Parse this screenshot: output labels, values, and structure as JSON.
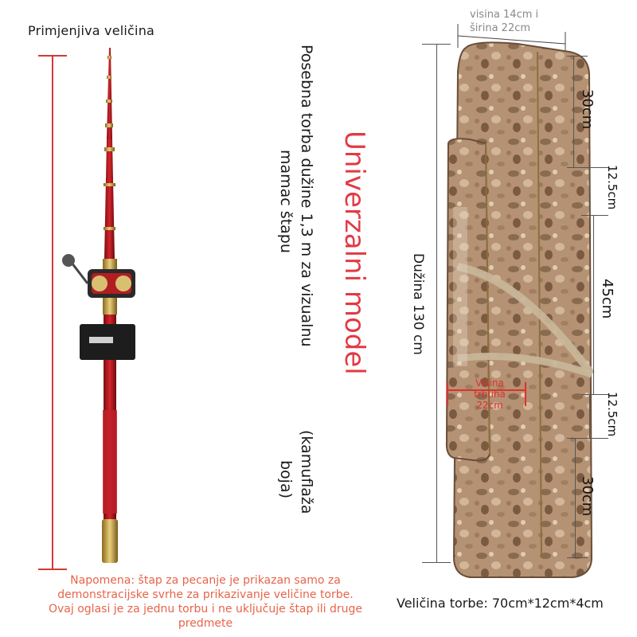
{
  "left_title": "Primjenjiva veličina",
  "description_line1": "Posebna torba dužine 1,3 m za vizualnu",
  "description_line2": "mamac štapu",
  "universal_model": "Univerzalni model",
  "color_line1": "(kamuflaža",
  "color_line2": "boja)",
  "length_label": "Dužina 130 cm",
  "top_dimension": "visina 14cm i širina 22cm",
  "dimensions": {
    "top_section": "30cm",
    "upper_gap": "12.5cm",
    "middle_section": "45cm",
    "lower_gap": "12.5cm",
    "bottom_section": "30cm"
  },
  "belly_height": "Visina trbuha 22cm",
  "bag_size": "Veličina torbe: 70cm*12cm*4cm",
  "note": "Napomena: štap za pecanje je prikazan samo za demonstracijske svrhe za prikazivanje veličine torbe. Ovaj oglasi je za jednu torbu i ne uključuje štap ili druge predmete",
  "colors": {
    "accent_red": "#e23a44",
    "note_orange": "#e8644a",
    "rod_red": "#b3161d",
    "camo_base": "#b08c6a"
  }
}
